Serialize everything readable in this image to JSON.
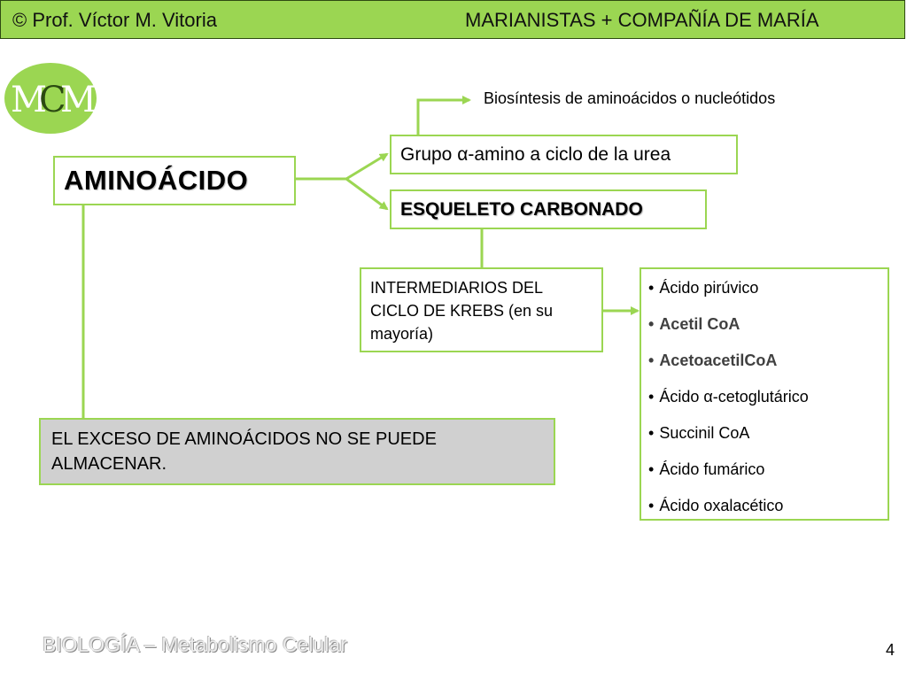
{
  "header": {
    "left_text": "© Prof. Víctor M. Vitoria",
    "right_text": "MARIANISTAS + COMPAÑÍA DE MARÍA",
    "color": "#9bd652"
  },
  "logo": {
    "text_m1": "M",
    "text_c": "C",
    "text_m2": "M",
    "color": "#9bd652"
  },
  "diagram": {
    "main_node": "AMINOÁCIDO",
    "alpha_group_node": "Grupo α-amino a ciclo de la urea",
    "biosynthesis_text": "Biosíntesis de aminoácidos o nucleótidos",
    "skeleton_node": "ESQUELETO CARBONADO",
    "intermediates_node": "INTERMEDIARIOS DEL CICLO DE KREBS (en su mayoría)",
    "acids": [
      {
        "label": "Ácido pirúvico",
        "highlight": false
      },
      {
        "label": "Acetil CoA",
        "highlight": true
      },
      {
        "label": "AcetoacetilCoA",
        "highlight": true
      },
      {
        "label": "Ácido α-cetoglutárico",
        "highlight": false
      },
      {
        "label": "Succinil CoA",
        "highlight": false
      },
      {
        "label": "Ácido fumárico",
        "highlight": false
      },
      {
        "label": "Ácido oxalacético",
        "highlight": false
      }
    ],
    "excess_note": "EL EXCESO DE AMINOÁCIDOS NO SE PUEDE ALMACENAR.",
    "bullet": "•",
    "line_color": "#9bd652"
  },
  "footer": {
    "title": "BIOLOGÍA – Metabolismo Celular",
    "page_number": "4"
  }
}
